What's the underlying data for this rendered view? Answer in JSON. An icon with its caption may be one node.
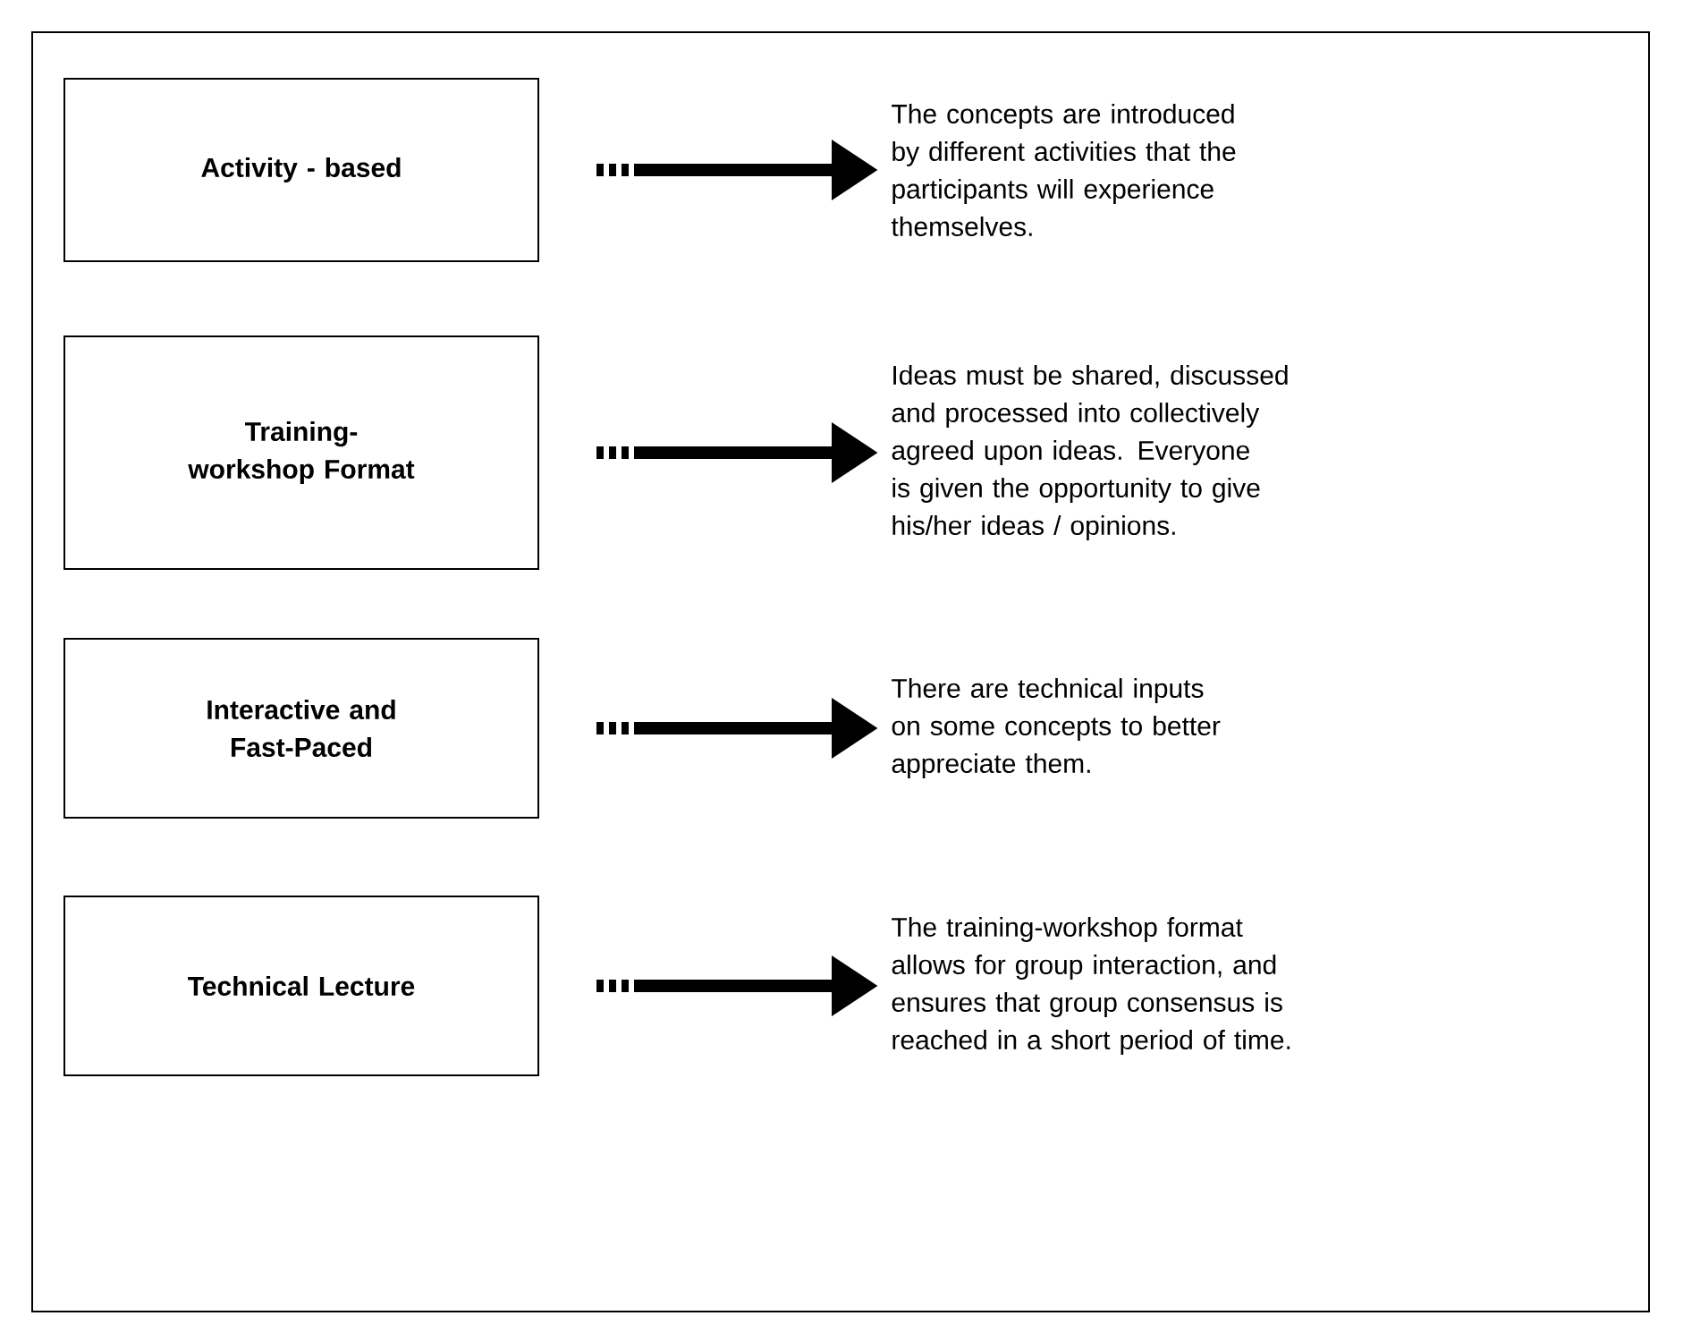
{
  "diagram": {
    "nodes": [
      {
        "text": [
          "Activity - based"
        ]
      },
      {
        "text": [
          "The concepts are introduced by different activities that the participants will experience themselves."
        ]
      },
      {
        "text": [
          "Training-workshop Format"
        ]
      },
      {
        "text": [
          "Ideas must be shared, discussed and processed into collectively agreed upon ideas. Everyone is given the opportunity to give his/her ideas / opinions."
        ]
      },
      {
        "text": [
          "Interactive and Fast-Paced"
        ]
      },
      {
        "text": [
          "There are technical inputs on some concepts to better appreciate them."
        ]
      },
      {
        "text": [
          "Technical Lecture"
        ]
      },
      {
        "text": [
          "The training-workshop format allows for group interaction, and ensures that group consensus is reached in a short period of time."
        ]
      }
    ],
    "edges": [
      {
        "from": 0,
        "to": 1,
        "arrow": "to"
      },
      {
        "from": 2,
        "to": 3,
        "arrow": "to"
      },
      {
        "from": 4,
        "to": 5,
        "arrow": "to"
      },
      {
        "from": 6,
        "to": 7,
        "arrow": "to"
      }
    ]
  }
}
